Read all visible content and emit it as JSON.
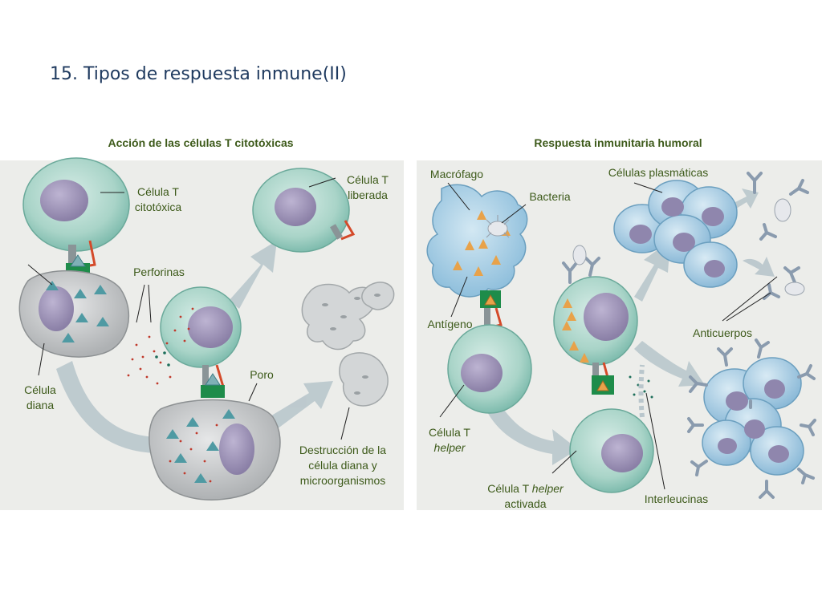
{
  "slide_title": "15. Tipos de respuesta inmune(II)",
  "left_panel": {
    "title": "Acción de las células T citotóxicas",
    "labels": {
      "cytotoxic_l1": "Célula T",
      "cytotoxic_l2": "citotóxica",
      "released_l1": "Célula T",
      "released_l2": "liberada",
      "perforins": "Perforinas",
      "target_l1": "Célula",
      "target_l2": "diana",
      "pore": "Poro",
      "destruction_l1": "Destrucción de la",
      "destruction_l2": "célula diana y",
      "destruction_l3": "microorganismos"
    }
  },
  "right_panel": {
    "title": "Respuesta inmunitaria humoral",
    "labels": {
      "macrophage": "Macrófago",
      "bacteria": "Bacteria",
      "plasma_cells": "Células plasmáticas",
      "antigen": "Antígeno",
      "antibodies": "Anticuerpos",
      "helper_l1": "Célula T",
      "helper_l2": "helper",
      "activated_l1_a": "Célula T ",
      "activated_l1_b": "helper",
      "activated_l2": "activada",
      "interleukins": "Interleucinas"
    }
  },
  "colors": {
    "label": "#3d5a1a",
    "title": "#1f3a5f",
    "panel_bg": "#ecedea",
    "t_cell": "#a9d4c8",
    "nucleus": "#9a8fb3",
    "target_cell": "#c9cbcd",
    "macrophage": "#a7cde3",
    "plasma_cell": "#a9cde3",
    "arrow": "#b9c6cc",
    "perforin": "#c0392b",
    "receptor_green": "#1e8c4a"
  }
}
